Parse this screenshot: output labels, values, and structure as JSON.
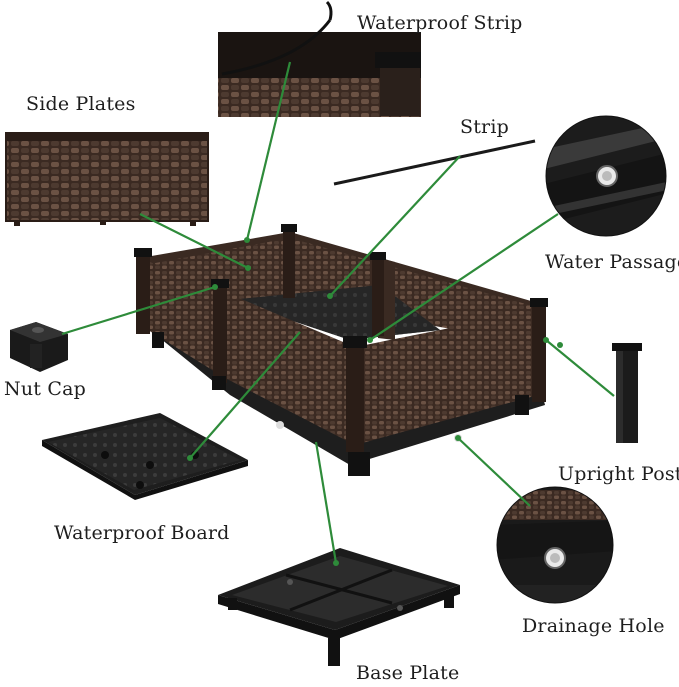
{
  "labels": {
    "waterproof_strip": "Waterproof Strip",
    "side_plates": "Side Plates",
    "strip": "Strip",
    "water_passage": "Water Passage",
    "nut_cap": "Nut Cap",
    "upright_post": "Upright Post",
    "waterproof_board": "Waterproof Board",
    "drainage_hole": "Drainage Hole",
    "base_plate": "Base Plate"
  },
  "colors": {
    "leader_line": "#2e8b3a",
    "rattan_dark": "#3a2a22",
    "rattan_mid": "#5a4438",
    "rattan_light": "#7a6152",
    "plastic_black": "#1c1c1c",
    "background": "#ffffff"
  }
}
